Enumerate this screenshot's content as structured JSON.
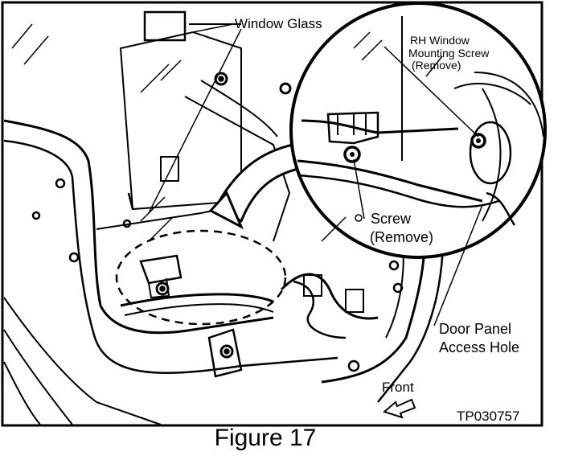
{
  "labels": {
    "window_glass": "Window Glass",
    "rh_screw_line1": "RH Window",
    "rh_screw_line2": "Mounting Screw",
    "rh_screw_line3": "(Remove)",
    "screw_line1": "Screw",
    "screw_line2": "(Remove)",
    "access_line1": "Door Panel",
    "access_line2": "Access Hole",
    "front": "Front",
    "code": "TP030757"
  },
  "caption": "Figure 17"
}
